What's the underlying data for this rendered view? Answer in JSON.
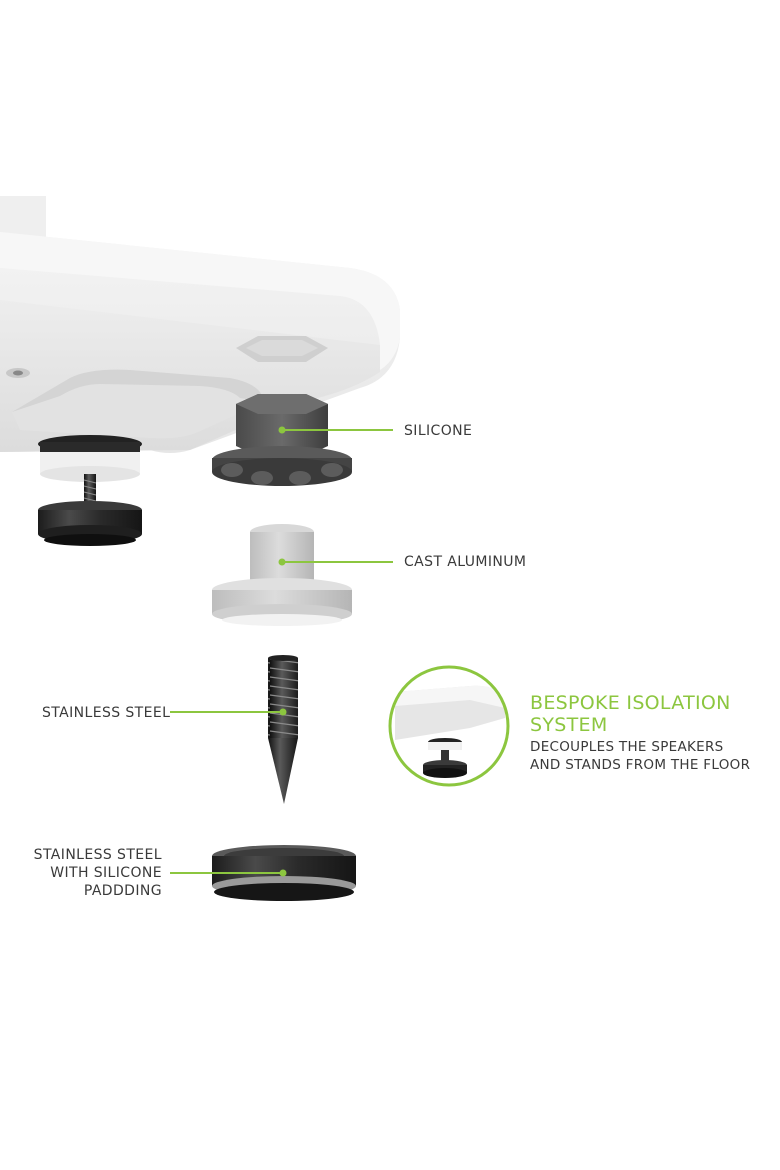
{
  "colors": {
    "accent": "#8cc63f",
    "text": "#3a3a3a"
  },
  "labels": {
    "silicone": "SILICONE",
    "cast_aluminum": "CAST ALUMINUM",
    "stainless_steel": "STAINLESS STEEL",
    "pad_line1": "STAINLESS STEEL",
    "pad_line2": "WITH SILICONE",
    "pad_line3": "PADDDING"
  },
  "callout": {
    "headline_line1": "BESPOKE ISOLATION",
    "headline_line2": "SYSTEM",
    "sub_line1": "DECOUPLES THE SPEAKERS",
    "sub_line2": "AND STANDS FROM THE FLOOR"
  },
  "icons": [
    "stand-plate-illustration",
    "silicone-nut",
    "cast-aluminum-cup",
    "stainless-spike",
    "isolation-pad",
    "callout-circle"
  ]
}
